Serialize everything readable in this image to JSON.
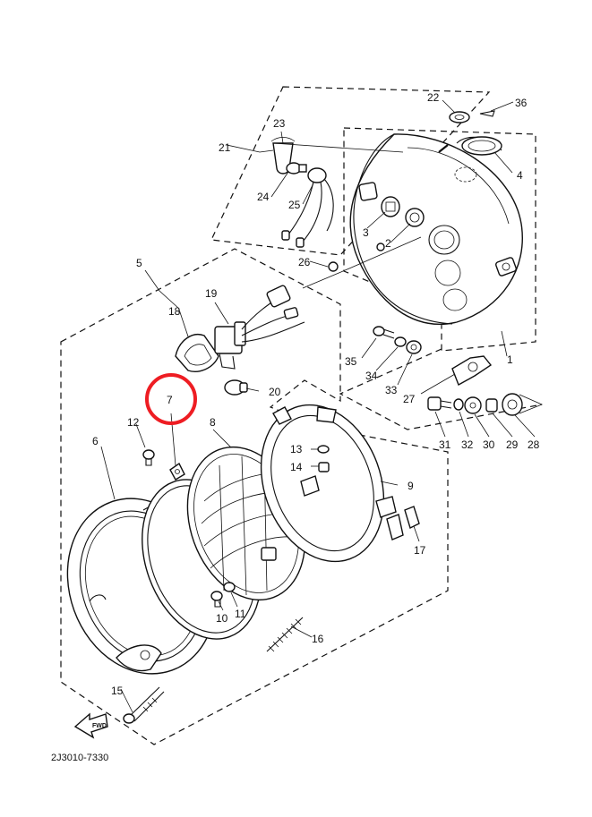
{
  "diagram": {
    "drawing_code": "2J3010-7330",
    "forward_arrow_text": "FWD",
    "highlighted_part": "7",
    "highlight_color": "#ee1d23",
    "part_labels": {
      "p1": "1",
      "p2": "2",
      "p3": "3",
      "p4": "4",
      "p5": "5",
      "p6": "6",
      "p7": "7",
      "p8": "8",
      "p9": "9",
      "p10": "10",
      "p11": "11",
      "p12": "12",
      "p13": "13",
      "p14": "14",
      "p15": "15",
      "p16": "16",
      "p17": "17",
      "p18": "18",
      "p19": "19",
      "p20": "20",
      "p21": "21",
      "p22": "22",
      "p23": "23",
      "p24": "24",
      "p25": "25",
      "p26": "26",
      "p27": "27",
      "p28": "28",
      "p29": "29",
      "p30": "30",
      "p31": "31",
      "p32": "32",
      "p33": "33",
      "p34": "34",
      "p35": "35",
      "p36": "36"
    }
  }
}
